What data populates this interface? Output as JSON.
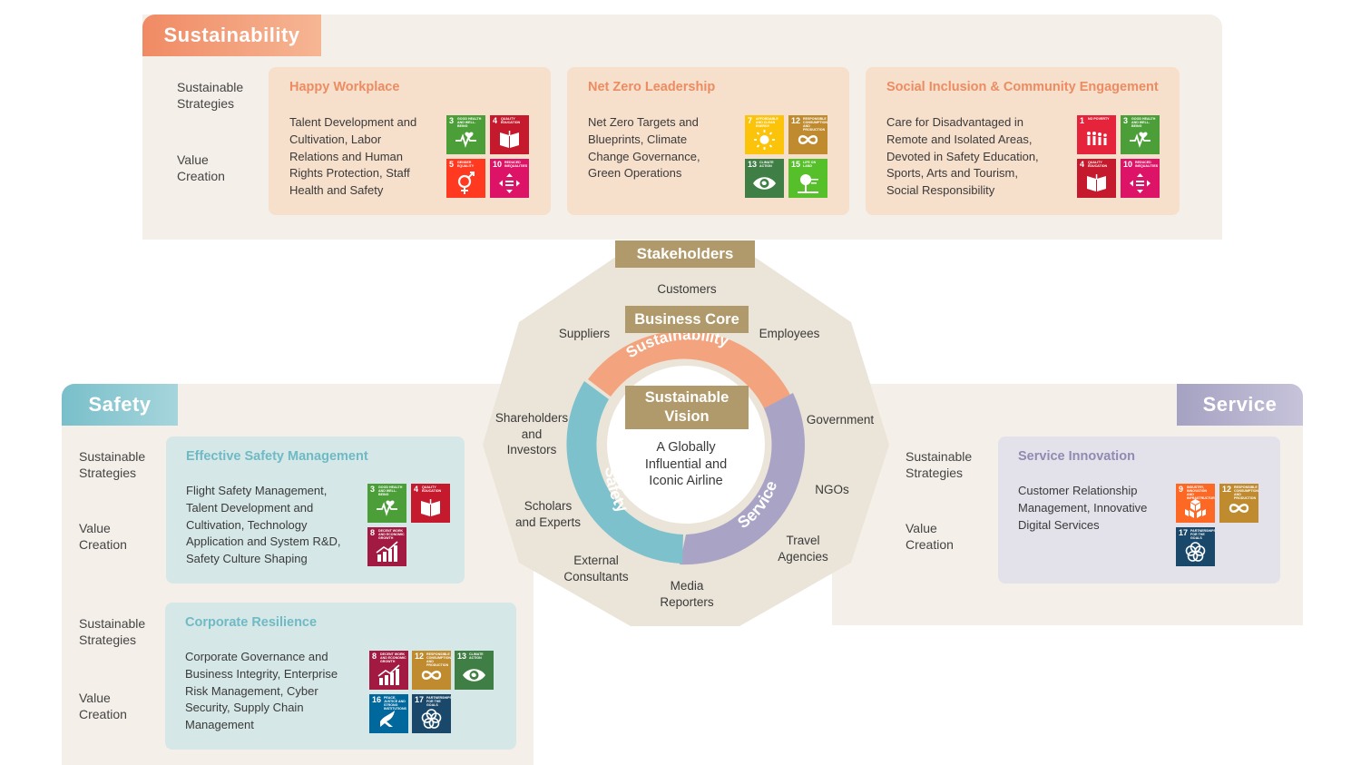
{
  "sections": {
    "sustainability": {
      "tab": "Sustainability",
      "label_strategies": "Sustainable\nStrategies",
      "label_value": "Value\nCreation",
      "cards": [
        {
          "title": "Happy Workplace",
          "body": "Talent Development and\nCultivation, Labor\nRelations and Human\nRights Protection, Staff\nHealth and Safety"
        },
        {
          "title": "Net Zero Leadership",
          "body": "Net Zero Targets and\nBlueprints, Climate\nChange Governance,\nGreen Operations"
        },
        {
          "title": "Social Inclusion & Community Engagement",
          "body": "Care for Disadvantaged in\nRemote and Isolated Areas,\nDevoted in Safety Education,\nSports, Arts and Tourism,\nSocial Responsibility"
        }
      ]
    },
    "safety": {
      "tab": "Safety",
      "label_strategies": "Sustainable\nStrategies",
      "label_value": "Value\nCreation",
      "cards": [
        {
          "title": "Effective Safety Management",
          "body": "Flight Safety Management,\nTalent Development and\nCultivation, Technology\nApplication and System R&D,\nSafety Culture Shaping"
        },
        {
          "title": "Corporate Resilience",
          "body": "Corporate Governance and\nBusiness Integrity, Enterprise\nRisk Management, Cyber\nSecurity, Supply Chain\nManagement"
        }
      ]
    },
    "service": {
      "tab": "Service",
      "label_strategies": "Sustainable\nStrategies",
      "label_value": "Value\nCreation",
      "cards": [
        {
          "title": "Service Innovation",
          "body": "Customer Relationship\nManagement, Innovative\nDigital Services"
        }
      ]
    }
  },
  "center": {
    "stakeholders_title": "Stakeholders",
    "business_core": "Business Core",
    "vision_title": "Sustainable\nVision",
    "vision_text": "A Globally\nInfluential and\nIconic Airline",
    "ring_sustainability": "Sustainability",
    "ring_safety": "Safety",
    "ring_service": "Service",
    "stakeholders": {
      "customers": "Customers",
      "employees": "Employees",
      "government": "Government",
      "ngos": "NGOs",
      "travel_agencies": "Travel\nAgencies",
      "media": "Media\nReporters",
      "consultants": "External\nConsultants",
      "scholars": "Scholars\nand Experts",
      "shareholders": "Shareholders\nand\nInvestors",
      "suppliers": "Suppliers"
    }
  },
  "sdg": {
    "g1": {
      "num": "1",
      "title": "NO POVERTY",
      "color": "#e5243b",
      "icon": "people-icon"
    },
    "g3": {
      "num": "3",
      "title": "GOOD HEALTH AND WELL-BEING",
      "color": "#4c9f38",
      "icon": "heartbeat-icon"
    },
    "g4": {
      "num": "4",
      "title": "QUALITY EDUCATION",
      "color": "#c5192d",
      "icon": "book-icon"
    },
    "g5": {
      "num": "5",
      "title": "GENDER EQUALITY",
      "color": "#ff3a21",
      "icon": "gender-icon"
    },
    "g7": {
      "num": "7",
      "title": "AFFORDABLE AND CLEAN ENERGY",
      "color": "#fcc30b",
      "icon": "sun-icon"
    },
    "g8": {
      "num": "8",
      "title": "DECENT WORK AND ECONOMIC GROWTH",
      "color": "#a21942",
      "icon": "growth-icon"
    },
    "g9": {
      "num": "9",
      "title": "INDUSTRY, INNOVATION AND INFRASTRUCTURE",
      "color": "#fd6925",
      "icon": "cubes-icon"
    },
    "g10": {
      "num": "10",
      "title": "REDUCED INEQUALITIES",
      "color": "#dd1367",
      "icon": "equality-icon"
    },
    "g12": {
      "num": "12",
      "title": "RESPONSIBLE CONSUMPTION AND PRODUCTION",
      "color": "#bf8b2e",
      "icon": "infinity-icon"
    },
    "g13": {
      "num": "13",
      "title": "CLIMATE ACTION",
      "color": "#3f7e44",
      "icon": "eye-icon"
    },
    "g15": {
      "num": "15",
      "title": "LIFE ON LAND",
      "color": "#56c02b",
      "icon": "tree-icon"
    },
    "g16": {
      "num": "16",
      "title": "PEACE, JUSTICE AND STRONG INSTITUTIONS",
      "color": "#00689d",
      "icon": "dove-icon"
    },
    "g17": {
      "num": "17",
      "title": "PARTNERSHIPS FOR THE GOALS",
      "color": "#19486a",
      "icon": "flower-icon"
    }
  },
  "colors": {
    "panel_bg": "#f4efe8",
    "sustainability_accent": "#f08d64",
    "safety_accent": "#7cc1cb",
    "service_accent": "#a39fc0",
    "gold": "#b09a6b"
  }
}
